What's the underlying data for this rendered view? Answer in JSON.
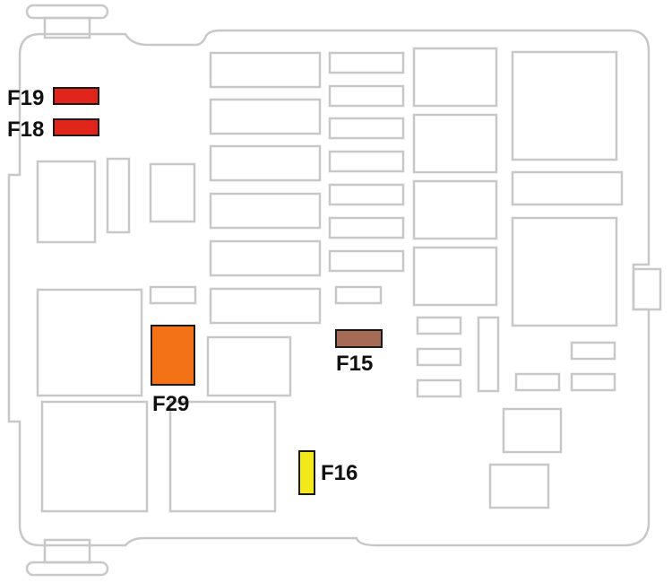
{
  "diagram": {
    "colors": {
      "outline": "#c8c8c8",
      "background": "#ffffff",
      "label": "#111111",
      "fuse_border": "#1a1a1a"
    },
    "fuses": [
      {
        "id": "F19",
        "label": "F19",
        "color": "#e0261b"
      },
      {
        "id": "F18",
        "label": "F18",
        "color": "#e0261b"
      },
      {
        "id": "F29",
        "label": "F29",
        "color": "#f47216"
      },
      {
        "id": "F15",
        "label": "F15",
        "color": "#a56b55"
      },
      {
        "id": "F16",
        "label": "F16",
        "color": "#f2e81a"
      }
    ]
  }
}
